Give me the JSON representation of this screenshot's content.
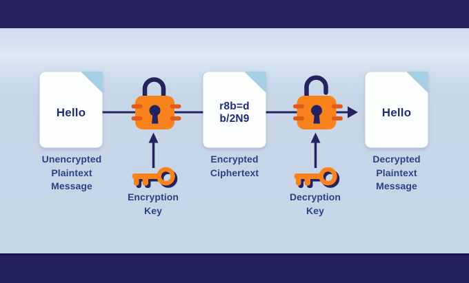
{
  "colors": {
    "navy_bar": "#262262",
    "navy_bar_bottom": "#232060",
    "navy_line": "#252262",
    "background": "#c6d6e7",
    "light_band": "#dde9f4",
    "orange": "#f8831d",
    "orange_dark": "#e2591c",
    "fold_blue": "#a5cfe4",
    "doc_white": "#fdfefe",
    "doc_text": "#1e2c7c",
    "caption_text": "#2c4086"
  },
  "diagram": {
    "doc_plain": {
      "line1": "Hello",
      "caption": {
        "l1": "Unencrypted",
        "l2": "Plaintext",
        "l3": "Message"
      }
    },
    "lock_encrypt": {
      "state": "locked",
      "caption": {
        "l1": "Encryption",
        "l2": "Key"
      }
    },
    "doc_cipher": {
      "line1": "r8b=d",
      "line2": "b/2N9",
      "caption": {
        "l1": "Encrypted",
        "l2": "Ciphertext"
      }
    },
    "lock_decrypt": {
      "state": "unlocked",
      "caption": {
        "l1": "Decryption",
        "l2": "Key"
      }
    },
    "doc_decrypted": {
      "line1": "Hello",
      "caption": {
        "l1": "Decrypted",
        "l2": "Plaintext",
        "l3": "Message"
      }
    }
  },
  "icons": [
    "document-page-icon",
    "padlock-locked-icon",
    "padlock-unlocked-icon",
    "key-icon",
    "arrow-right-icon",
    "arrow-up-icon"
  ]
}
